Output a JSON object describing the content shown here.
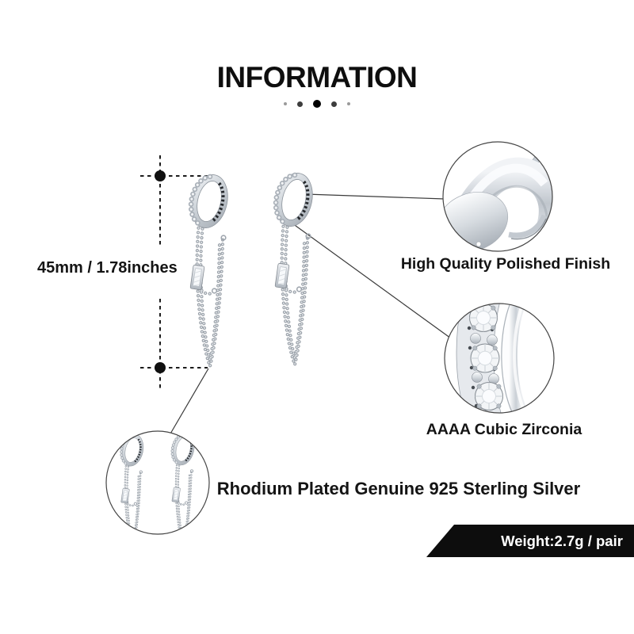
{
  "header": {
    "title": "INFORMATION"
  },
  "annotations": {
    "size_label": "45mm / 1.78inches",
    "feature_polished": "High Quality Polished Finish",
    "feature_zirconia": "AAAA Cubic Zirconia",
    "feature_material": "Rhodium Plated Genuine 925 Sterling Silver"
  },
  "banner": {
    "weight_label": "Weight:2.7g / pair",
    "background": "#0d0d0d",
    "text_color": "#ffffff"
  },
  "illustration": {
    "metal_color": "#c9cfd6",
    "highlight_color": "#f4f6f8",
    "line_color": "#3a3a3a",
    "stone_color": "#f3f5f7"
  }
}
